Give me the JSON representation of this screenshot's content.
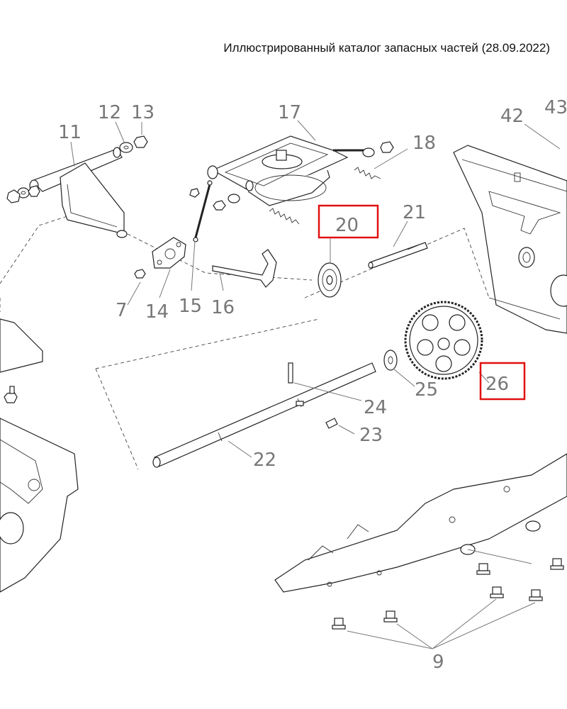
{
  "header": {
    "title": "Иллюстрированный каталог запасных частей (28.09.2022)"
  },
  "callouts": [
    {
      "id": "c7",
      "label": "7"
    },
    {
      "id": "c9",
      "label": "9"
    },
    {
      "id": "c11",
      "label": "11"
    },
    {
      "id": "c12",
      "label": "12"
    },
    {
      "id": "c13",
      "label": "13"
    },
    {
      "id": "c14",
      "label": "14"
    },
    {
      "id": "c15",
      "label": "15"
    },
    {
      "id": "c16",
      "label": "16"
    },
    {
      "id": "c17",
      "label": "17"
    },
    {
      "id": "c18",
      "label": "18"
    },
    {
      "id": "c20",
      "label": "20",
      "highlighted": true
    },
    {
      "id": "c21",
      "label": "21"
    },
    {
      "id": "c22",
      "label": "22"
    },
    {
      "id": "c23",
      "label": "23"
    },
    {
      "id": "c24",
      "label": "24"
    },
    {
      "id": "c25",
      "label": "25"
    },
    {
      "id": "c26",
      "label": "26",
      "highlighted": true
    },
    {
      "id": "c42",
      "label": "42"
    },
    {
      "id": "c43",
      "label": "43"
    }
  ],
  "colors": {
    "highlight": "#e01010",
    "label": "#777777",
    "line": "#222222"
  }
}
